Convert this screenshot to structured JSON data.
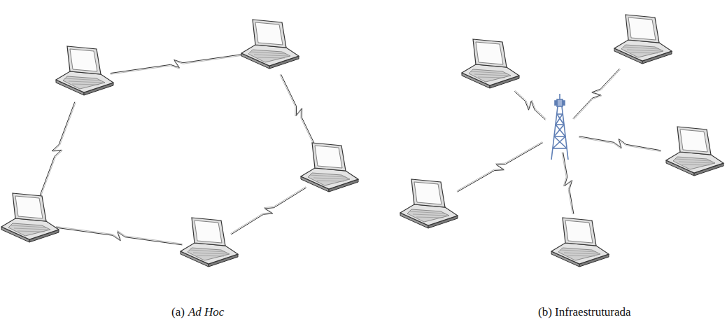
{
  "diagram": {
    "labels": [
      "(a)",
      "Ad Hoc",
      "(b) Infraestruturada"
    ]
  }
}
